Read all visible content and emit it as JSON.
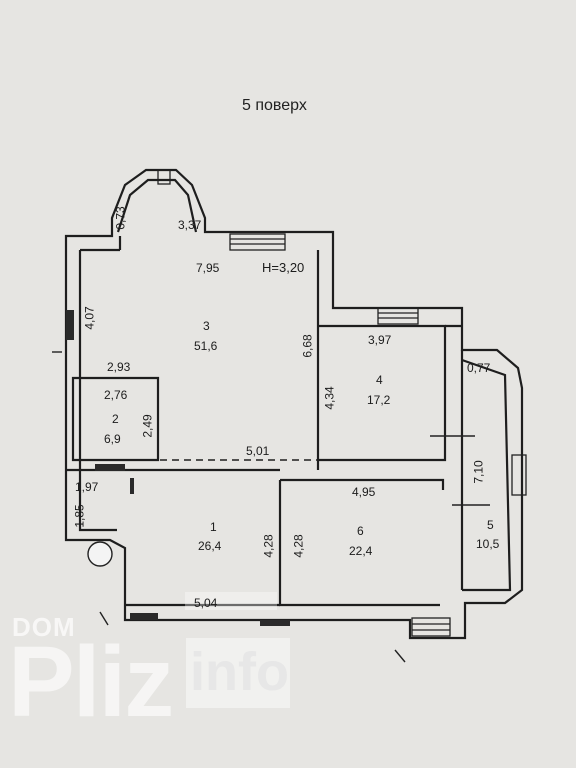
{
  "title": "5 поверх",
  "height_label": "H=3,20",
  "rooms": [
    {
      "id": "1",
      "area": "26,4"
    },
    {
      "id": "2",
      "area": "6,9"
    },
    {
      "id": "3",
      "area": "51,6"
    },
    {
      "id": "4",
      "area": "17,2"
    },
    {
      "id": "5",
      "area": "10,5"
    },
    {
      "id": "6",
      "area": "22,4"
    }
  ],
  "dimensions": {
    "d_073": "0,73",
    "d_337": "3,37",
    "d_795": "7,95",
    "d_407": "4,07",
    "d_668": "6,68",
    "d_397": "3,97",
    "d_077": "0,77",
    "d_293": "2,93",
    "d_276": "2,76",
    "d_249": "2,49",
    "d_434": "4,34",
    "d_501": "5,01",
    "d_710": "7,10",
    "d_197": "1,97",
    "d_495": "4,95",
    "d_185": "1,85",
    "d_428a": "4,28",
    "d_428b": "4,28",
    "d_504": "5,04"
  },
  "watermark": {
    "top": "DOM",
    "brand": "Pliz",
    "suffix": "info"
  }
}
